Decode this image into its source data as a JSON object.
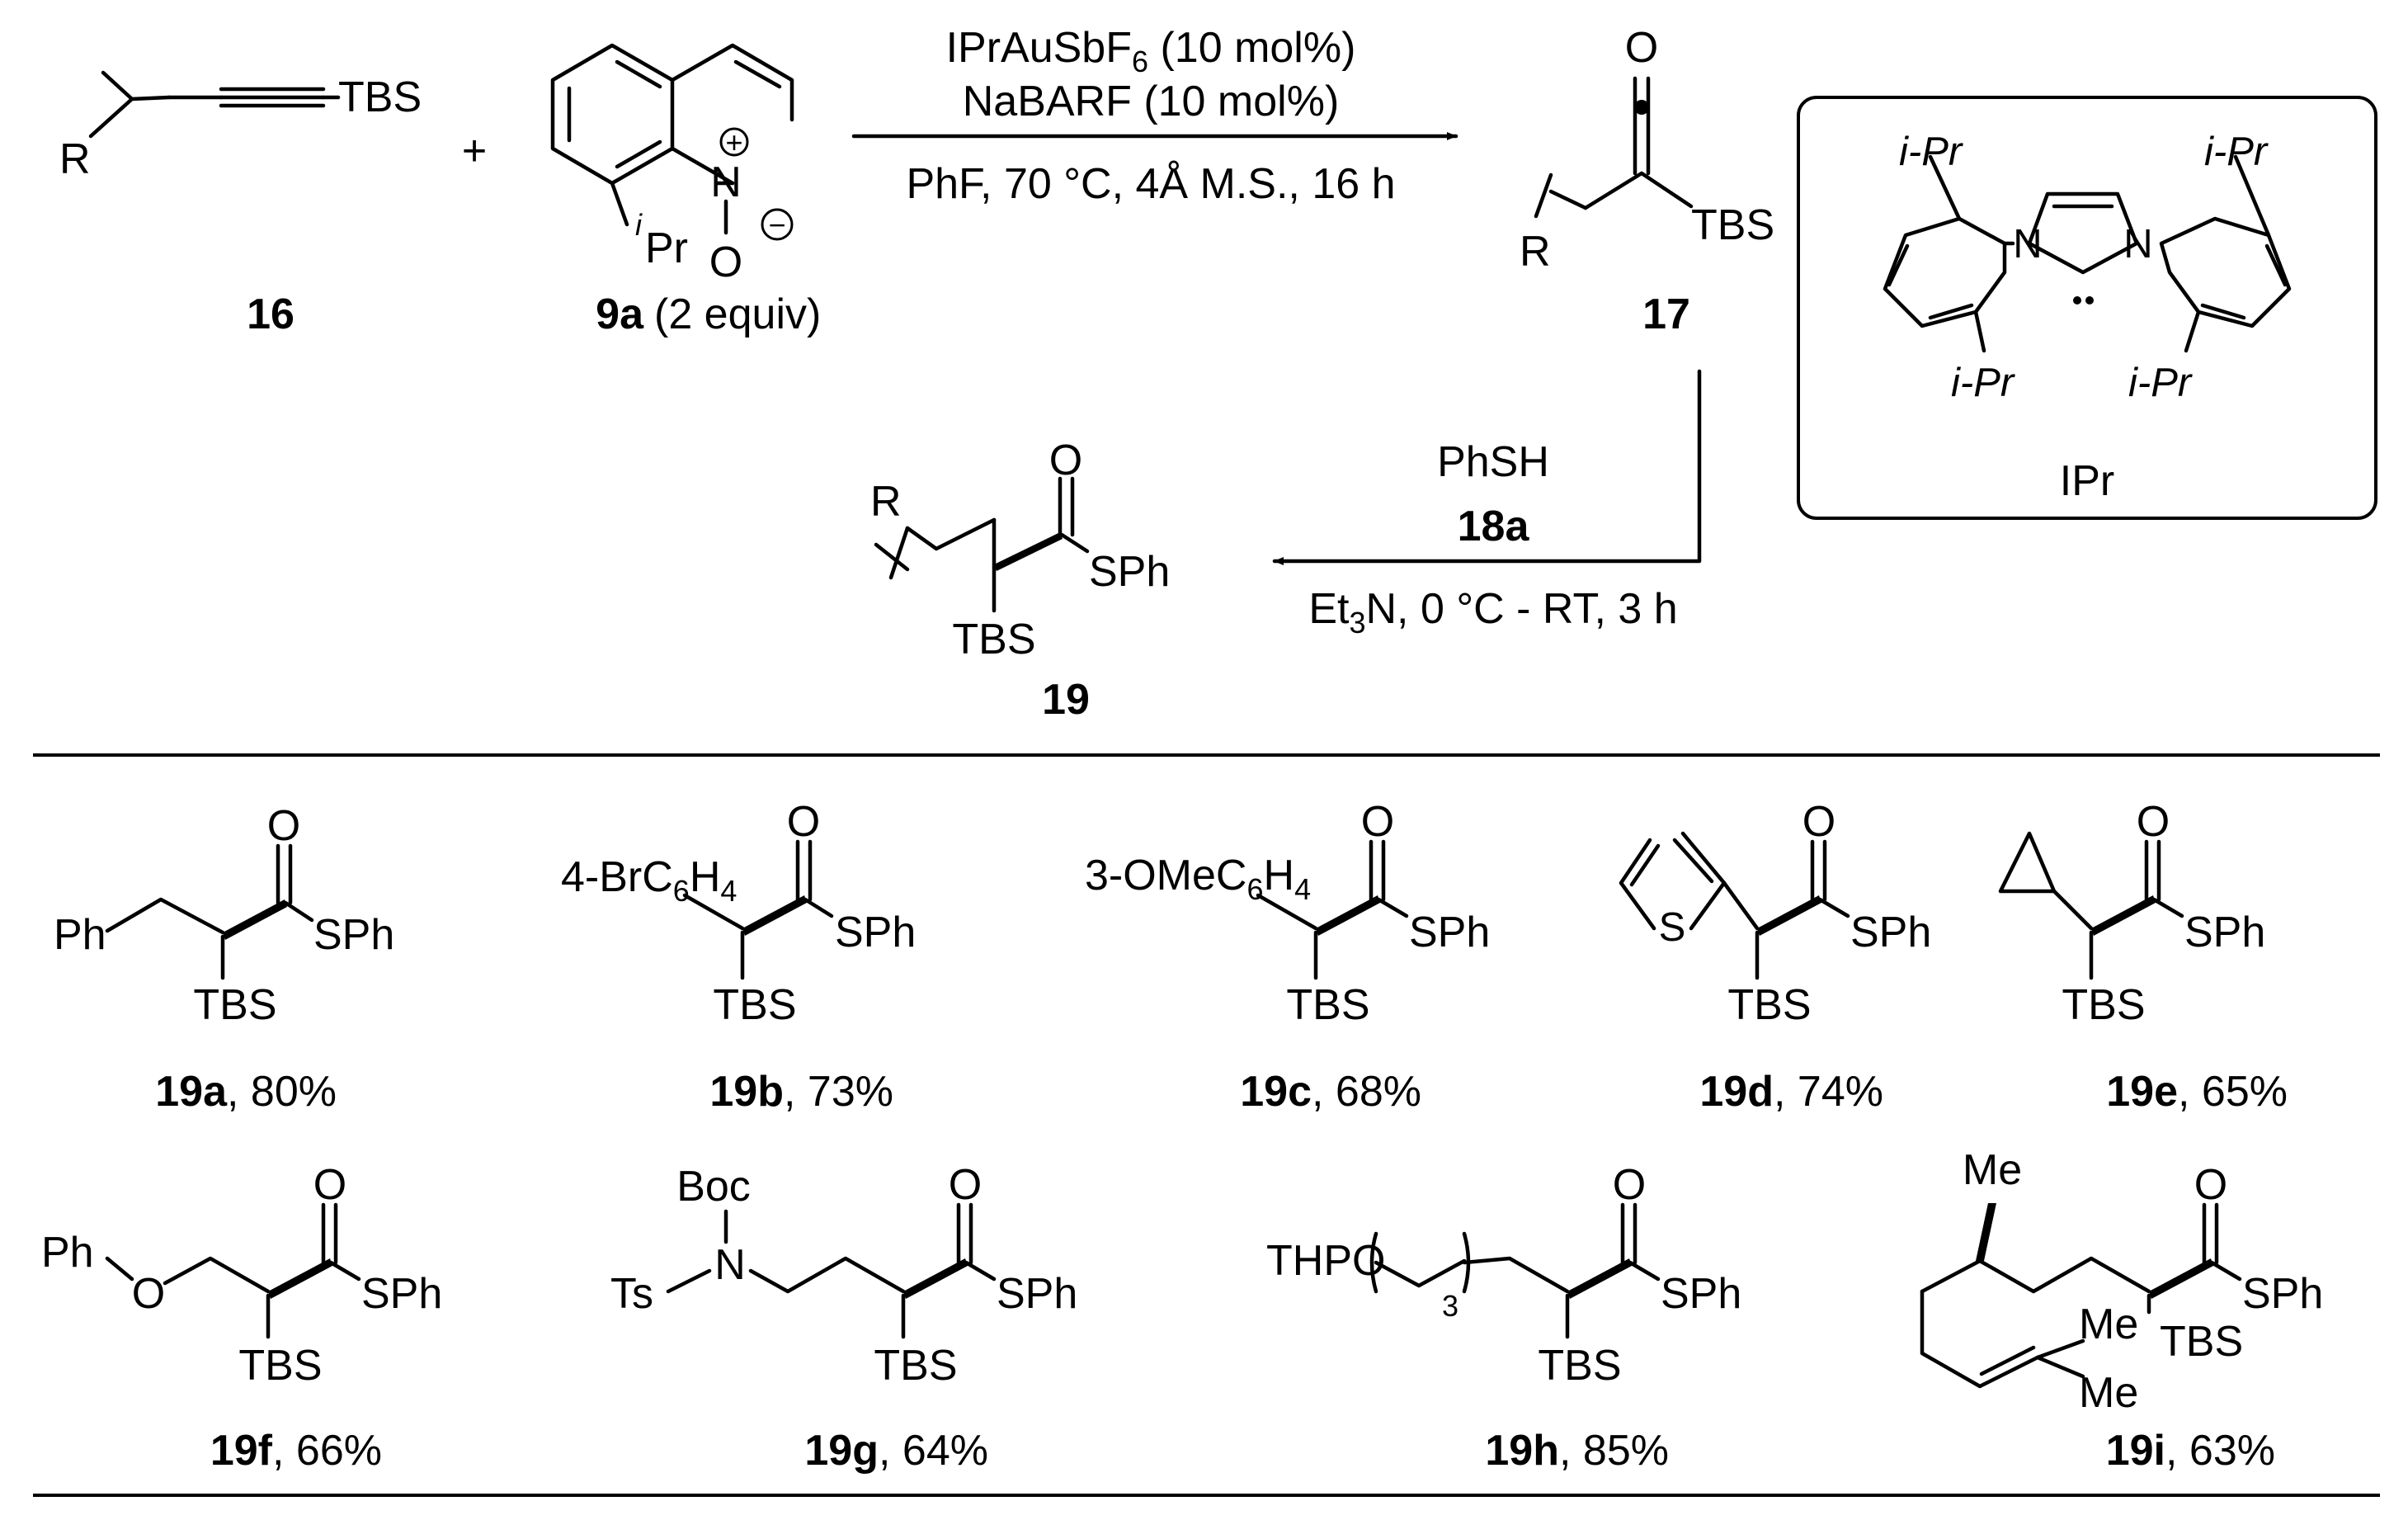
{
  "top": {
    "alkyne": {
      "R": "R",
      "TBS": "TBS",
      "compound": "16"
    },
    "plus": "+",
    "oxide": {
      "N": "N",
      "O": "O",
      "plus": "+",
      "minus": "−",
      "iPr_i": "i",
      "iPr_pr": "Pr",
      "compound": "9a",
      "equiv": "(2 equiv)"
    },
    "step1": {
      "cat_a": "IPrAuSbF",
      "cat_sub": "6",
      "cat_b": " (10 mol%)",
      "additive": "NaBARF (10 mol%)",
      "conditions": "PhF, 70 °C, 4Å M.S., 16 h"
    },
    "ketene": {
      "O": "O",
      "R": "R",
      "TBS": "TBS",
      "compound": "17"
    },
    "ipr_box": {
      "ipr_top_left": "i-Pr",
      "ipr_top_right": "i-Pr",
      "ipr_bottom_left": "i-Pr",
      "ipr_bottom_right": "i-Pr",
      "N1": "N",
      "N2": "N",
      "name": "IPr"
    },
    "step2": {
      "reagent": "PhSH",
      "reagent_id": "18a",
      "cond_a": "Et",
      "cond_sub": "3",
      "cond_b": "N, 0 °C - RT, 3 h"
    },
    "product": {
      "R": "R",
      "O": "O",
      "SPh": "SPh",
      "TBS": "TBS",
      "compound": "19"
    }
  },
  "scope": [
    {
      "id": "19a",
      "yield": ", 80%",
      "sub": "Ph"
    },
    {
      "id": "19b",
      "yield": ", 73%",
      "sub_a": "4-BrC",
      "sub_s1": "6",
      "sub_b": "H",
      "sub_s2": "4"
    },
    {
      "id": "19c",
      "yield": ", 68%",
      "sub_a": "3-OMeC",
      "sub_s1": "6",
      "sub_b": "H",
      "sub_s2": "4"
    },
    {
      "id": "19d",
      "yield": ", 74%",
      "S": "S"
    },
    {
      "id": "19e",
      "yield": ", 65%"
    },
    {
      "id": "19f",
      "yield": ", 66%",
      "Ph": "Ph",
      "O": "O"
    },
    {
      "id": "19g",
      "yield": ", 64%",
      "Boc": "Boc",
      "N": "N",
      "Ts": "Ts"
    },
    {
      "id": "19h",
      "yield": ", 85%",
      "THPO": "THPO",
      "n": "3"
    },
    {
      "id": "19i",
      "yield": ", 63%",
      "Me_top": "Me",
      "Me1": "Me",
      "Me2": "Me"
    }
  ],
  "common": {
    "O": "O",
    "SPh": "SPh",
    "TBS": "TBS"
  }
}
